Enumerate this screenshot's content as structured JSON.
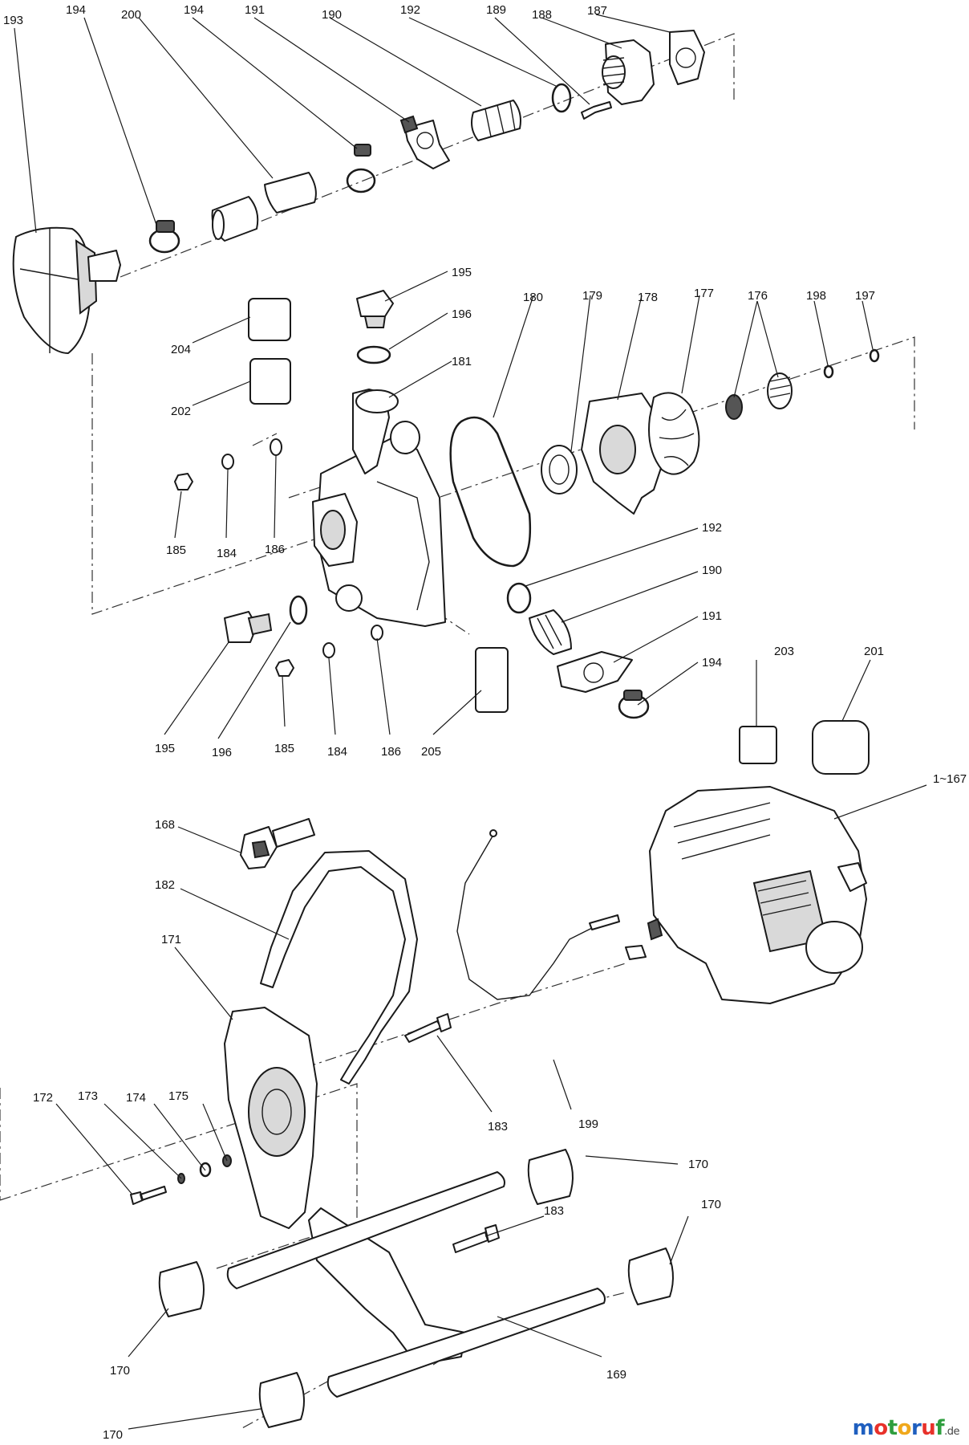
{
  "callouts": {
    "c193": "193",
    "c194a": "194",
    "c200": "200",
    "c194b": "194",
    "c191a": "191",
    "c190a": "190",
    "c192a": "192",
    "c189": "189",
    "c188": "188",
    "c187": "187",
    "c195a": "195",
    "c196a": "196",
    "c204": "204",
    "c202": "202",
    "c181": "181",
    "c180": "180",
    "c179": "179",
    "c178": "178",
    "c177": "177",
    "c176": "176",
    "c198": "198",
    "c197": "197",
    "c185a": "185",
    "c184a": "184",
    "c186a": "186",
    "c192b": "192",
    "c190b": "190",
    "c191b": "191",
    "c194c": "194",
    "c195b": "195",
    "c196b": "196",
    "c185b": "185",
    "c184b": "184",
    "c186b": "186",
    "c205": "205",
    "c203": "203",
    "c201": "201",
    "c1_167": "1~167",
    "c168": "168",
    "c182": "182",
    "c171": "171",
    "c172": "172",
    "c173": "173",
    "c174": "174",
    "c175": "175",
    "c183a": "183",
    "c199": "199",
    "c170a": "170",
    "c170b": "170",
    "c183b": "183",
    "c170c": "170",
    "c169": "169",
    "c170d": "170"
  },
  "watermark": {
    "chars": [
      "m",
      "o",
      "t",
      "o",
      "r",
      "u",
      "f"
    ],
    "colors": [
      "#1f5fbf",
      "#e8312a",
      "#2e9e3e",
      "#f0a81c",
      "#1f5fbf",
      "#e8312a",
      "#2e9e3e"
    ],
    "tld": ".de"
  }
}
